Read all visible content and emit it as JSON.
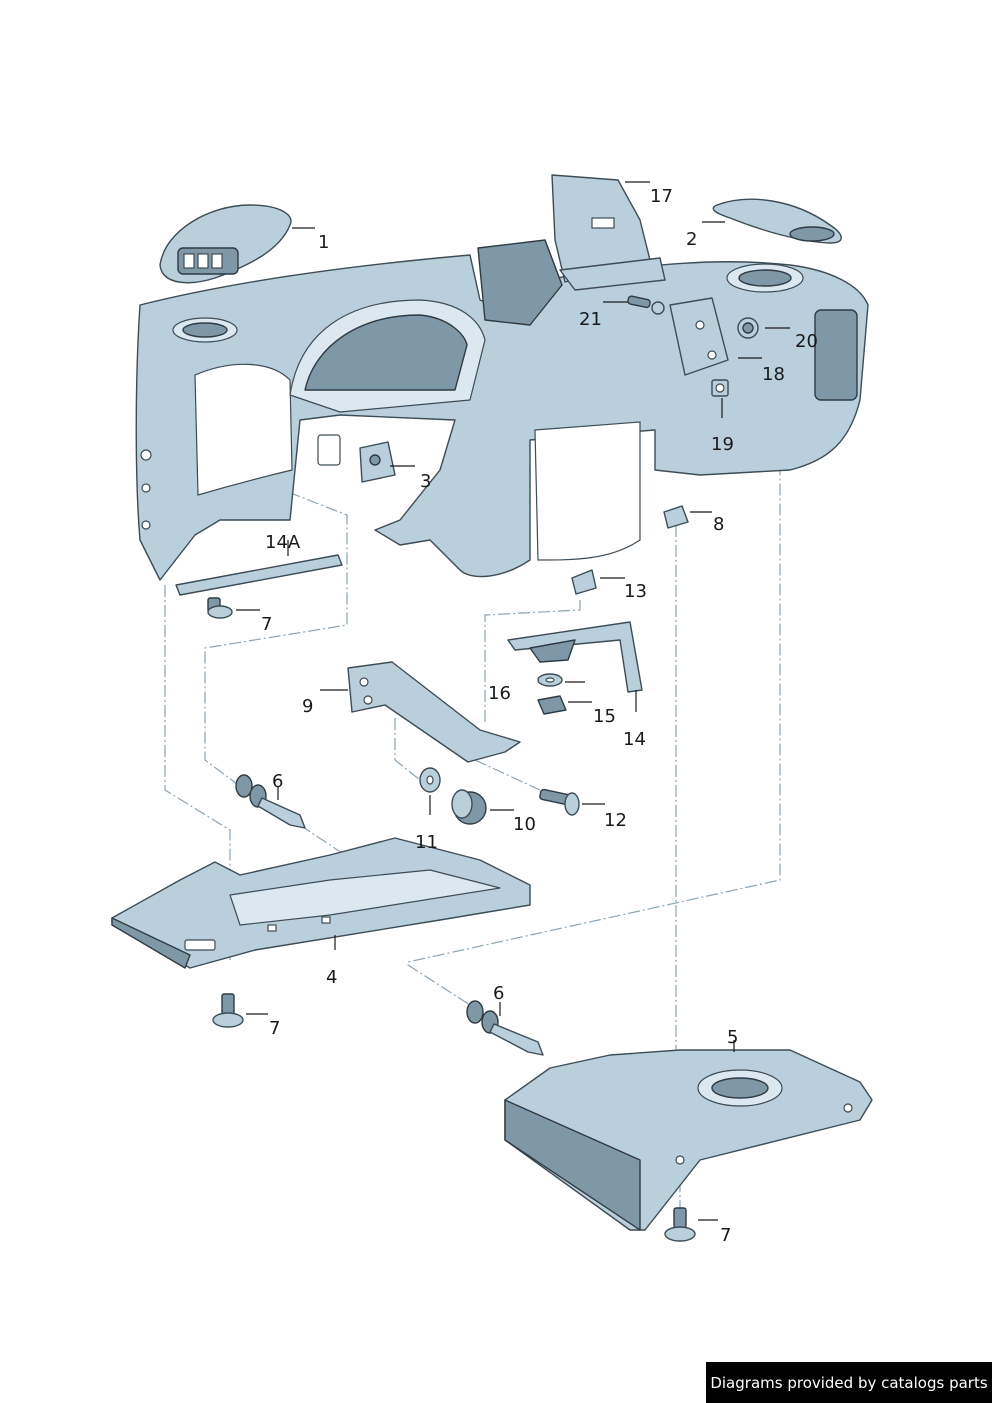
{
  "callouts": {
    "c1": "1",
    "c2": "2",
    "c3": "3",
    "c4": "4",
    "c5": "5",
    "c6a": "6",
    "c6b": "6",
    "c7a": "7",
    "c7b": "7",
    "c7c": "7",
    "c8": "8",
    "c9": "9",
    "c10": "10",
    "c11": "11",
    "c12": "12",
    "c13": "13",
    "c14": "14",
    "c14a": "14A",
    "c15": "15",
    "c16": "16",
    "c17": "17",
    "c18": "18",
    "c19": "19",
    "c20": "20",
    "c21": "21"
  },
  "footer": {
    "text": "Diagrams provided by catalogs parts"
  },
  "colors": {
    "part_fill": "#b9cfdb",
    "part_shadow": "#7e98a8",
    "outline": "#3d4c55",
    "dash_line": "#8aa4b4"
  }
}
